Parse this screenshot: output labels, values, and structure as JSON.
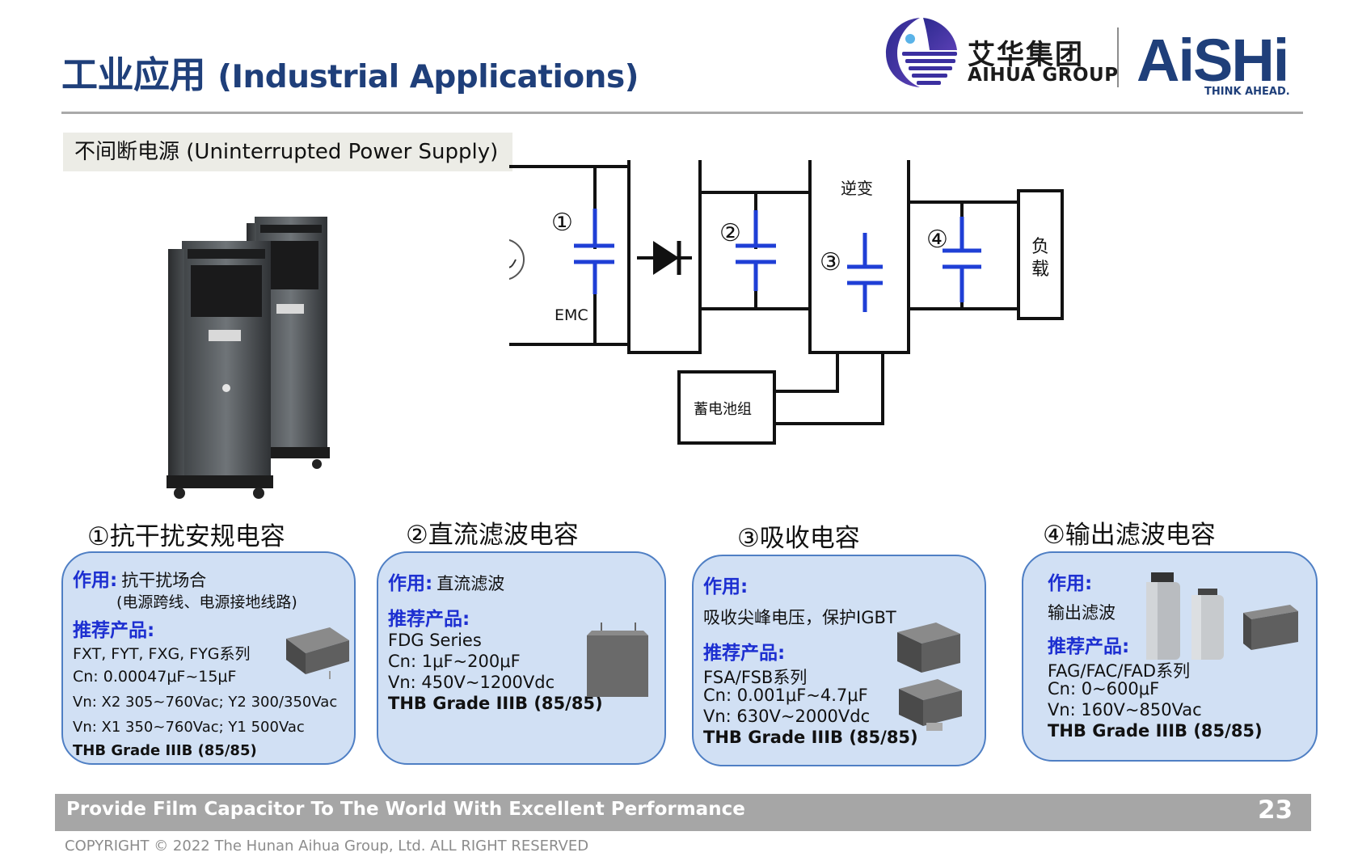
{
  "header": {
    "title_cn": "工业应用",
    "title_en": "(Industrial Applications)"
  },
  "logos": {
    "aihua_cn": "艾华集团",
    "aihua_en": "AIHUA GROUP",
    "aishi_brand": "AiSHi",
    "aishi_tagline": "THINK AHEAD."
  },
  "subtitle": "不间断电源 (Uninterrupted Power Supply)",
  "diagram": {
    "marker_1": "①",
    "marker_2": "②",
    "marker_3": "③",
    "marker_4": "④",
    "emc_label": "EMC",
    "inverter_label": "逆变",
    "load_label_top": "负",
    "load_label_bottom": "载",
    "battery_label": "蓄电池组",
    "capacitor_color": "#1f3fd6"
  },
  "sections": [
    {
      "heading": "①抗干扰安规电容"
    },
    {
      "heading": "②直流滤波电容"
    },
    {
      "heading": "③吸收电容"
    },
    {
      "heading": "④输出滤波电容"
    }
  ],
  "cards": {
    "card1": {
      "function_label": "作用:",
      "function_text": "抗干扰场合",
      "function_note": "(电源跨线、电源接地线路)",
      "products_label": "推荐产品:",
      "line1": "FXT, FYT, FXG, FYG系列",
      "line2": "Cn: 0.00047μF~15μF",
      "line3": "Vn: X2 305~760Vac; Y2  300/350Vac",
      "line4": "Vn: X1  350~760Vac; Y1 500Vac",
      "line5": "THB Grade IIIB (85/85)"
    },
    "card2": {
      "function_label": "作用:",
      "function_text": "直流滤波",
      "products_label": "推荐产品:",
      "line1": "FDG Series",
      "line2": "Cn:  1μF~200μF",
      "line3": "Vn:  450V~1200Vdc",
      "line4": "THB Grade IIIB (85/85)"
    },
    "card3": {
      "function_label": "作用:",
      "function_text": "吸收尖峰电压，保护IGBT",
      "products_label": "推荐产品:",
      "line1": "FSA/FSB系列",
      "line2": "Cn:  0.001μF~4.7μF",
      "line3": "Vn:  630V~2000Vdc",
      "line4": "THB Grade IIIB (85/85)"
    },
    "card4": {
      "function_label": "作用:",
      "function_text": "输出滤波",
      "products_label": "推荐产品:",
      "line1": "FAG/FAC/FAD系列",
      "line2": "Cn:  0~600μF",
      "line3": "Vn:  160V~850Vac",
      "line4": "THB Grade IIIB (85/85)"
    }
  },
  "footer": {
    "slogan": "Provide Film Capacitor To The World With Excellent Performance",
    "page_number": "23",
    "copyright": "COPYRIGHT © 2022 The Hunan Aihua Group, Ltd. ALL RIGHT RESERVED"
  },
  "colors": {
    "title_blue": "#1f3f7a",
    "card_fill": "#d1e0f4",
    "card_border": "#4f7fc4",
    "label_blue": "#1d2fd1",
    "footer_gray": "#a6a6a6"
  }
}
